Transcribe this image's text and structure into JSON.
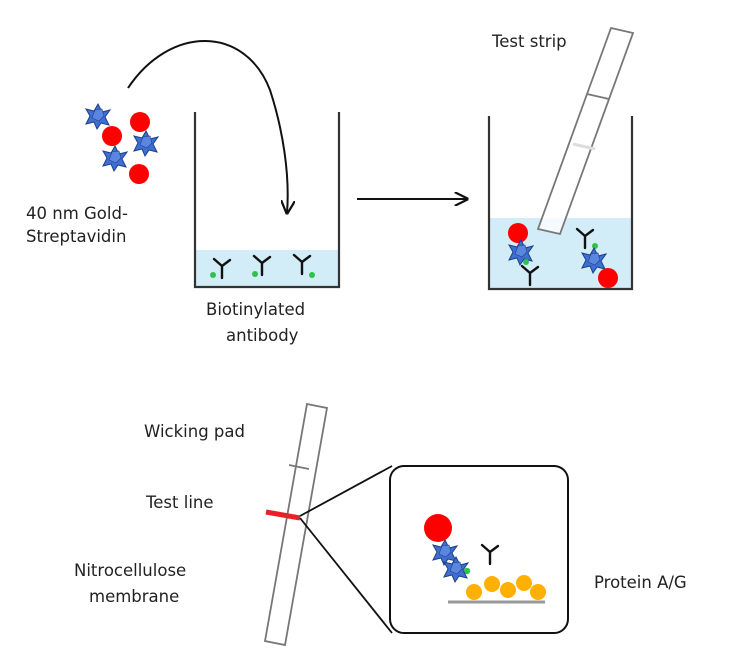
{
  "labels": {
    "gold_streptavidin_1": "40 nm Gold-",
    "gold_streptavidin_2": "Streptavidin",
    "biotinylated_1": "Biotinylated",
    "biotinylated_2": "antibody",
    "test_strip": "Test strip",
    "wicking_pad": "Wicking pad",
    "test_line": "Test line",
    "nitrocellulose_1": "Nitrocellulose",
    "nitrocellulose_2": "membrane",
    "protein_ag": "Protein A/G"
  },
  "colors": {
    "gold": "#ff0000",
    "streptavidin": "#3f6fd1",
    "biotin": "#2fc24a",
    "antibody": "#111111",
    "liquid": "#d2ecf8",
    "protein_ag": "#ffb000",
    "test_line": "#e8202a",
    "outline": "#333333"
  }
}
